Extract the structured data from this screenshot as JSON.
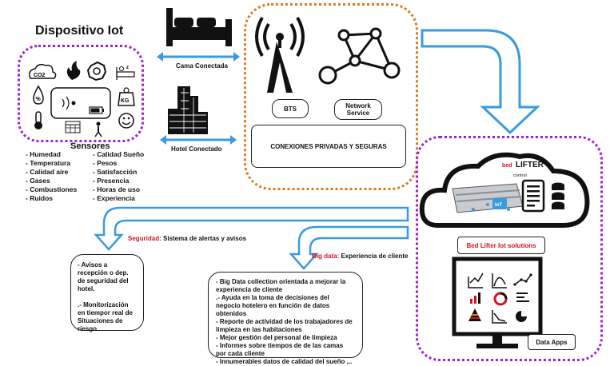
{
  "iot": {
    "title": "Dispositivo Iot",
    "co2_label": "CO2",
    "kg_label": "KG",
    "sensors_title": "Sensores",
    "sensors_left": [
      "- Humedad",
      "- Temperatura",
      "- Calidad aire",
      "- Gases",
      "- Combustiones",
      "- Ruidos"
    ],
    "sensors_right": [
      "- Calidad Sueño",
      "- Pesos",
      "- Satisfacción",
      "- Presencia",
      "- Horas de uso",
      "- Experiencia"
    ]
  },
  "connections": {
    "bed_label": "Cama Conectada",
    "hotel_label": "Hotel Conectado"
  },
  "network": {
    "bts_label": "BTS",
    "network_service_label": "Network Service",
    "private_label": "CONEXIONES PRIVADAS Y SEGURAS"
  },
  "cloud": {
    "brand_small": "bed",
    "brand_big": "LIFTER",
    "brand_sub": "control",
    "iot_badge": "IoT",
    "solutions_label": "Bed Lifter Iot solutions",
    "apps_label": "Data Apps"
  },
  "flows": {
    "security_head": "Seguridad:",
    "security_text": " Sistema de alertas y avisos",
    "bigdata_head": "Big data:",
    "bigdata_text": " Experiencia de cliente"
  },
  "security_notes": [
    "- Avisos a recepción o dep. de seguridad del hotel.",
    ".- Monitorización en tiempor real de Situaciones de riesgo"
  ],
  "bigdata_notes": [
    "- Big Data collection orientada a mejorar la experiencia de cliente",
    ".- Ayuda en la toma de decisiones del negocio hotelero en función de datos obtenidos",
    "- Reporte de actividad de los trabajadores de limpieza en las habitaciones",
    "- Mejor gestión del personal de limpieza",
    "- Informes sobre tiempos de de las camas por cada cliente",
    "- Innumerables datos de calidad del sueño ,.."
  ],
  "colors": {
    "purple_dotted": "#a21fd6",
    "orange_dotted": "#e07a1e",
    "arrow_blue": "#3a9ae0",
    "alert_red": "#d6141d"
  }
}
